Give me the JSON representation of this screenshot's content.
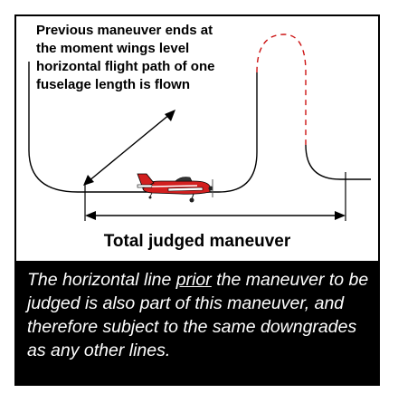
{
  "callout_text": "Previous maneuver ends at\nthe moment wings level\nhorizontal flight path of one\nfuselage length is flown",
  "dimension_label": "Total judged maneuver",
  "caption": {
    "before": "The horizontal line ",
    "emphasis": "prior",
    "after": " the maneuver to be judged is also part of this maneuver, and therefore subject to the same downgrades as any other lines."
  },
  "colors": {
    "line": "#000000",
    "dashed_path": "#cc1111",
    "aircraft_body": "#d21f1f",
    "caption_bg": "#000000",
    "caption_text": "#ffffff"
  },
  "icons": [
    "aerobatic-plane-icon"
  ]
}
